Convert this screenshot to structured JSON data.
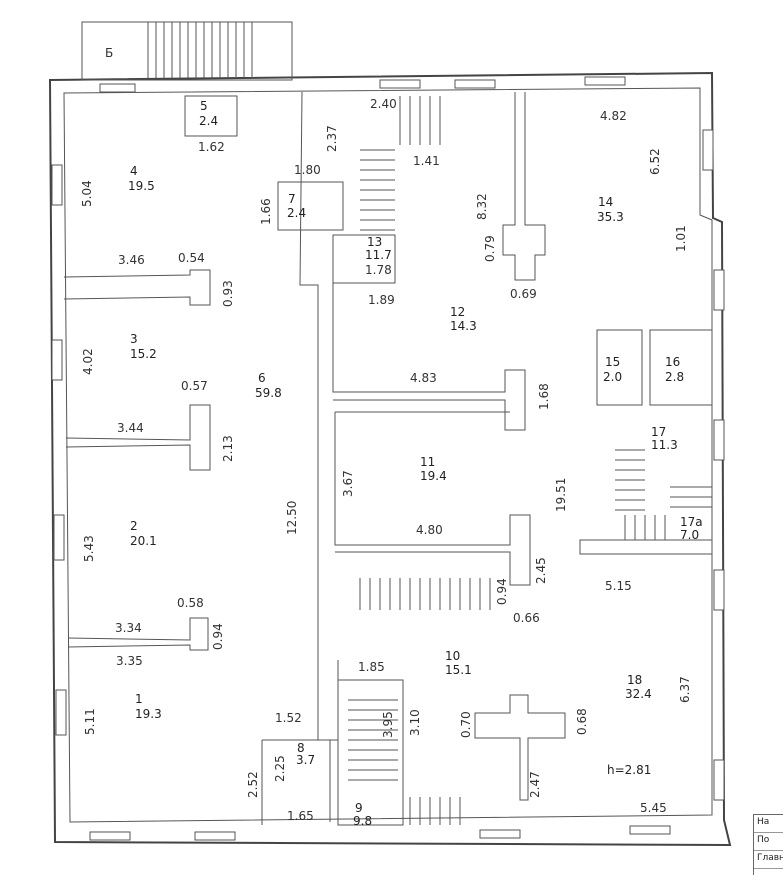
{
  "plan": {
    "height_note": "h=2.81",
    "entrance_label": "Б",
    "rooms": [
      {
        "num": "1",
        "area": "19.3"
      },
      {
        "num": "2",
        "area": "20.1"
      },
      {
        "num": "3",
        "area": "15.2"
      },
      {
        "num": "4",
        "area": "19.5"
      },
      {
        "num": "5",
        "area": "2.4"
      },
      {
        "num": "6",
        "area": "59.8"
      },
      {
        "num": "7",
        "area": "2.4"
      },
      {
        "num": "8",
        "area": "3.7"
      },
      {
        "num": "9",
        "area": "9.8"
      },
      {
        "num": "10",
        "area": "15.1"
      },
      {
        "num": "11",
        "area": "19.4"
      },
      {
        "num": "12",
        "area": "14.3"
      },
      {
        "num": "13",
        "area": "11.7"
      },
      {
        "num": "14",
        "area": "35.3"
      },
      {
        "num": "15",
        "area": "2.0"
      },
      {
        "num": "16",
        "area": "2.8"
      },
      {
        "num": "17",
        "area": "11.3"
      },
      {
        "num": "17а",
        "area": "7.0"
      },
      {
        "num": "18",
        "area": "32.4"
      }
    ],
    "dimensions": [
      "2.40",
      "2.37",
      "1.62",
      "1.80",
      "1.41",
      "4.82",
      "6.52",
      "5.04",
      "1.66",
      "8.32",
      "0.79",
      "1.01",
      "0.69",
      "3.46",
      "0.54",
      "1.78",
      "1.89",
      "0.93",
      "4.02",
      "0.57",
      "4.83",
      "1.68",
      "3.44",
      "2.13",
      "3.67",
      "19.51",
      "4.80",
      "5.43",
      "12.50",
      "2.45",
      "5.15",
      "0.58",
      "0.94",
      "3.34",
      "0.94",
      "0.66",
      "3.35",
      "1.85",
      "6.37",
      "3.95",
      "3.10",
      "0.70",
      "0.68",
      "5.11",
      "1.52",
      "2.52",
      "2.25",
      "2.47",
      "1.65",
      "5.45"
    ]
  },
  "stamp": {
    "line1": "На",
    "line2": "По",
    "line3": "Главн"
  }
}
